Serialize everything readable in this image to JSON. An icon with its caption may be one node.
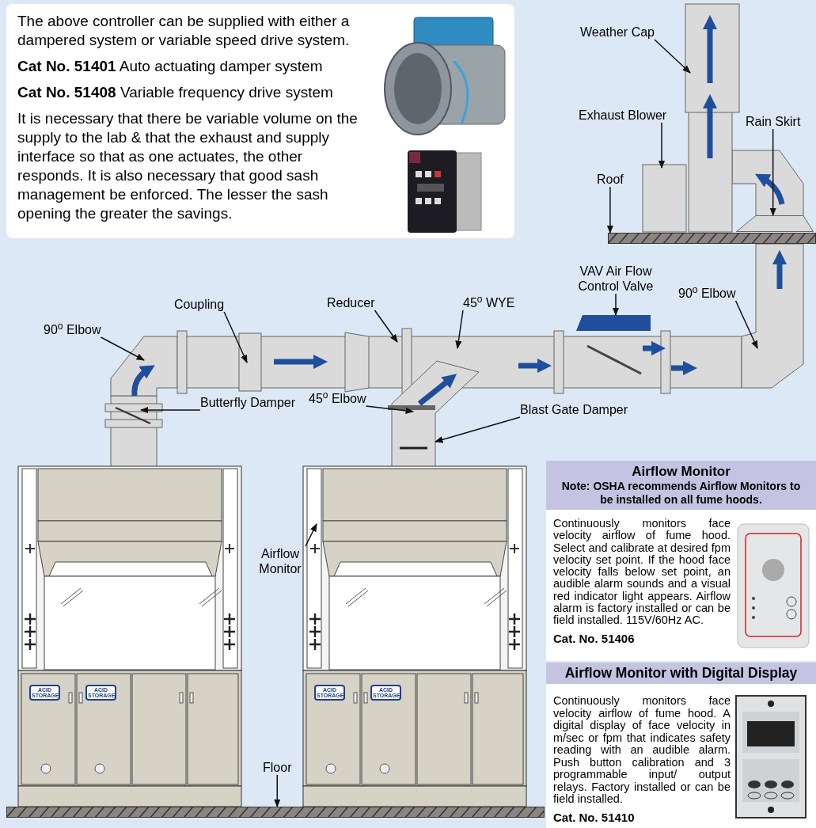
{
  "diagram": {
    "nodes": [
      {
        "text": [
          "The above controller can be supplied with either a dampered system or variable speed drive system.",
          "**Cat No. 51401** Auto actuating damper system",
          "**Cat No. 51408** Variable frequency drive system",
          "It is necessary that there be variable volume on the supply to the lab & that the exhaust and supply interface so that as one actuates, the other responds. It is also necessary that good sash management be enforced. The lesser the sash opening the greater the savings."
        ]
      },
      {
        "text": [
          "Weather Cap"
        ]
      },
      {
        "text": [
          "Exhaust Blower"
        ]
      },
      {
        "text": [
          "Rain Skirt"
        ]
      },
      {
        "text": [
          "Roof"
        ]
      },
      {
        "text": [
          "VAV Air Flow Control Valve"
        ]
      },
      {
        "text": [
          "90$^{o}$ Elbow"
        ]
      },
      {
        "text": [
          "Coupling"
        ]
      },
      {
        "text": [
          "Reducer"
        ]
      },
      {
        "text": [
          "45$^{o}$ WYE"
        ]
      },
      {
        "text": [
          "90$^{o}$ Elbow"
        ]
      },
      {
        "text": [
          "Butterfly Damper"
        ]
      },
      {
        "text": [
          "45$^{o}$ Elbow"
        ]
      },
      {
        "text": [
          "Blast Gate Damper"
        ]
      },
      {
        "text": [
          "Airflow Monitor"
        ]
      },
      {
        "text": [
          "Floor"
        ]
      },
      {
        "text": [
          "Airflow Monitor",
          "Note: OSHA recommends Airflow Monitors to be installed on all fume hoods.",
          "Continuously monitors face velocity airflow of fume hood. Select and calibrate at desired fpm velocity set point. If the hood face velocity falls below set point, an audible alarm sounds and a visual red indicator light appears. Airflow alarm is factory installed or can be field installed. 115V/60Hz AC.",
          "Cat. No. 51406"
        ]
      },
      {
        "text": [
          "Airflow Monitor with Digital Display",
          "Continuously monitors face velocity airflow of fume hood. A digital display of face velocity in m/sec or fpm that indicates safety reading with an audible alarm. Push button calibration and 3 programmable input/ output relays. Factory installed or can be field installed.",
          "Cat. No. 51410"
        ]
      },
      {
        "text": [],
        "shape": "bar"
      },
      {
        "text": [],
        "shape": "bar"
      },
      {
        "text": [],
        "shape": "box"
      },
      {
        "text": [],
        "shape": "cone"
      }
    ],
    "edges": [
      {
        "from": 1,
        "to": null,
        "arrow": "to"
      },
      {
        "from": 2,
        "to": null,
        "arrow": "to"
      },
      {
        "from": 3,
        "to": 21,
        "arrow": "to"
      },
      {
        "from": 4,
        "to": 18,
        "arrow": "to"
      },
      {
        "from": 5,
        "to": 20,
        "arrow": "to"
      },
      {
        "from": 6,
        "to": null,
        "arrow": "to"
      },
      {
        "from": 7,
        "to": null,
        "arrow": "to"
      },
      {
        "from": 8,
        "to": null,
        "arrow": "to"
      },
      {
        "from": 9,
        "to": null,
        "arrow": "to"
      },
      {
        "from": 10,
        "to": null,
        "arrow": "to"
      },
      {
        "from": 11,
        "to": null,
        "arrow": "to"
      },
      {
        "from": 12,
        "to": null,
        "arrow": "to"
      },
      {
        "from": 13,
        "to": null,
        "arrow": "to"
      },
      {
        "from": 14,
        "to": null,
        "arrow": "to"
      },
      {
        "from": 15,
        "to": 19,
        "arrow": "to"
      }
    ],
    "labels": [
      "ACID STORAGE",
      "ACID STORAGE",
      "ACID STORAGE",
      "ACID STORAGE"
    ]
  }
}
